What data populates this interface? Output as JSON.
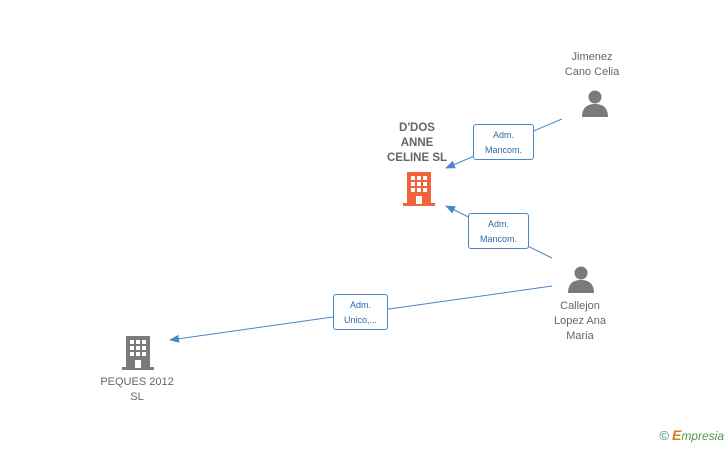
{
  "nodes": {
    "main_company": "D'DOS\nANNE\nCELINE SL",
    "company_2": "PEQUES 2012\nSL",
    "person_1": "Jimenez\nCano Celia",
    "person_2": "Callejon\nLopez Ana\nMaria"
  },
  "edges": {
    "person1_to_main": "Adm.\nMancom.",
    "person2_to_main": "Adm.\nMancom.",
    "person2_to_company2": "Adm.\nUnico,..."
  },
  "watermark": {
    "copyright": "©",
    "brand_initial": "E",
    "brand_rest": "mpresia"
  },
  "colors": {
    "main_company": "#f0643c",
    "company": "#7a7a7a",
    "person": "#7a7a7a",
    "edge": "#4a86c8"
  }
}
